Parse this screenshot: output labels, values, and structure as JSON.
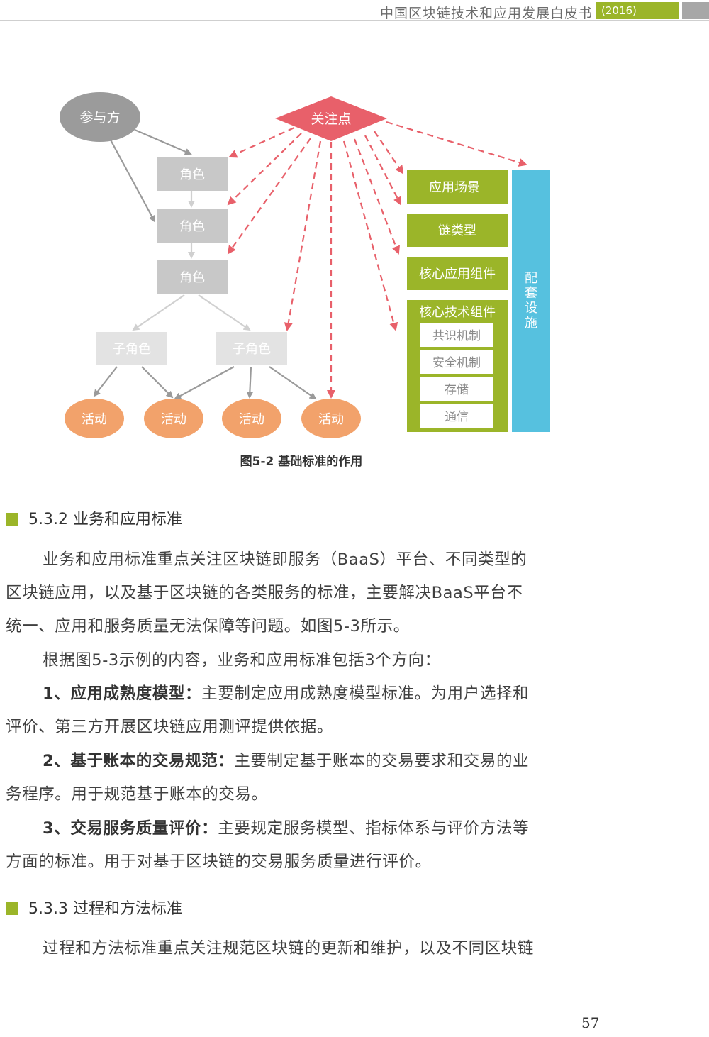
{
  "header": {
    "title": "中国区块链技术和应用发展白皮书",
    "year": "(2016)"
  },
  "figure": {
    "participant": "参与方",
    "focus": "关注点",
    "roles": [
      "角色",
      "角色",
      "角色"
    ],
    "subroles": [
      "子角色",
      "子角色"
    ],
    "activities": [
      "活动",
      "活动",
      "活动",
      "活动"
    ],
    "green_items": [
      "应用场景",
      "链类型",
      "核心应用组件",
      "核心技术组件"
    ],
    "core_tech_sub": [
      "共识机制",
      "安全机制",
      "存储",
      "通信"
    ],
    "infra": [
      "配",
      "套",
      "设",
      "施"
    ],
    "caption": "图5-2 基础标准的作用",
    "colors": {
      "grey_circle": "#9b9b9b",
      "grey_box": "#c8c8c8",
      "light_box": "#e3e3e3",
      "orange": "#f2a26b",
      "red": "#e8606a",
      "green": "#9bb529",
      "blue": "#56c1df"
    }
  },
  "section1": {
    "heading": "5.3.2 业务和应用标准",
    "p1": [
      "业务和应用标准重点关注区块链即服务（BaaS）平台、不同类型的",
      "区块链应用，以及基于区块链的各类服务的标准，主要解决BaaS平台不",
      "统一、应用和服务质量无法保障等问题。如图5-3所示。"
    ],
    "p2": "根据图5-3示例的内容，业务和应用标准包括3个方向：",
    "items": [
      {
        "bold": "1、应用成熟度模型：",
        "lines": [
          "主要制定应用成熟度模型标准。为用户选择和",
          "评价、第三方开展区块链应用测评提供依据。"
        ]
      },
      {
        "bold": "2、基于账本的交易规范：",
        "lines": [
          "主要制定基于账本的交易要求和交易的业",
          "务程序。用于规范基于账本的交易。"
        ]
      },
      {
        "bold": "3、交易服务质量评价：",
        "lines": [
          "主要规定服务模型、指标体系与评价方法等",
          "方面的标准。用于对基于区块链的交易服务质量进行评价。"
        ]
      }
    ]
  },
  "section2": {
    "heading": "5.3.3 过程和方法标准",
    "p1": "过程和方法标准重点关注规范区块链的更新和维护，以及不同区块链"
  },
  "page_number": "57"
}
